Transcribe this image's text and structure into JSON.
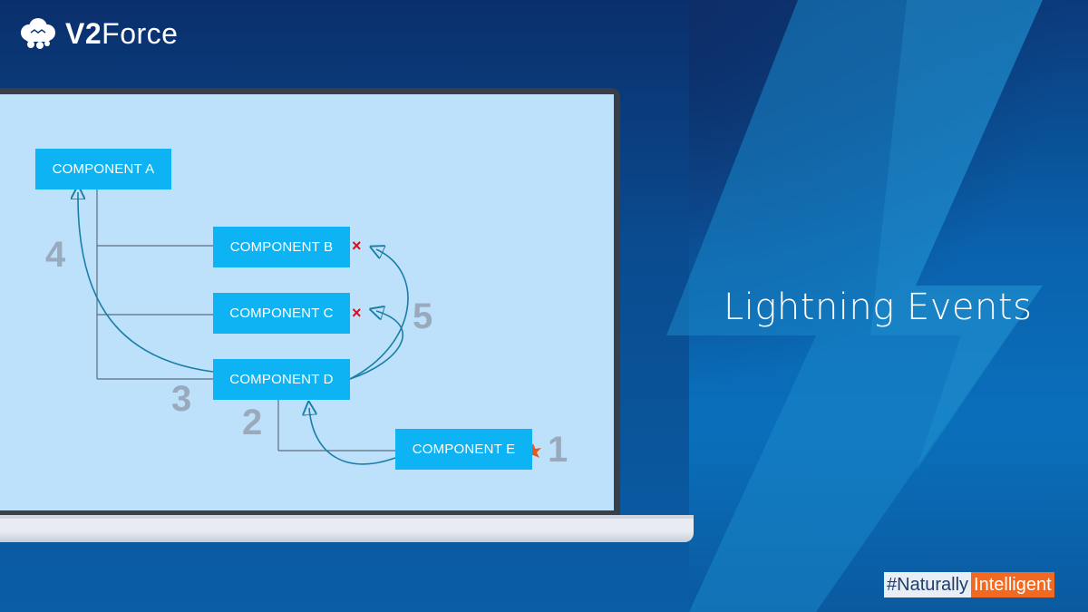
{
  "brand": {
    "logo_v2": "V2",
    "logo_force": "Force"
  },
  "title": "Lightning Events",
  "hashtag": {
    "part1": "#Naturally",
    "part2": "Intelligent"
  },
  "diagram": {
    "components": {
      "a": "COMPONENT A",
      "b": "COMPONENT B",
      "c": "COMPONENT C",
      "d": "COMPONENT D",
      "e": "COMPONENT E"
    },
    "steps": {
      "s1": "1",
      "s2": "2",
      "s3": "3",
      "s4": "4",
      "s5": "5"
    },
    "marks": {
      "b_x": "×",
      "c_x": "×"
    }
  },
  "colors": {
    "component_fill": "#0db3f2",
    "screen": "#bde0fb",
    "arrow": "#1a7fa6",
    "cross": "#d01026",
    "fire": "#e85a1a",
    "accent_orange": "#f26a21"
  }
}
